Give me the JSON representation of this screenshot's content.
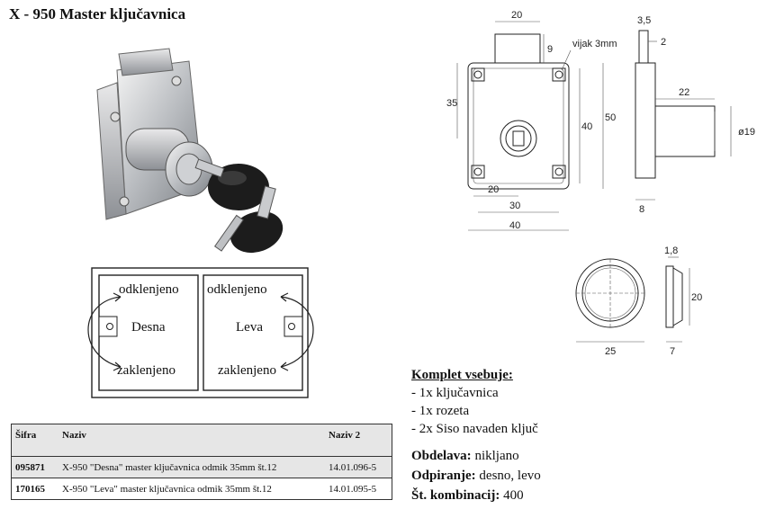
{
  "title": "X - 950 Master ključavnica",
  "direction_diagram": {
    "right": {
      "top": "odklenjeno",
      "middle": "Desna",
      "bottom": "zaklenjeno"
    },
    "left": {
      "top": "odklenjeno",
      "middle": "Leva",
      "bottom": "zaklenjeno"
    }
  },
  "front_drawing": {
    "dim_top": "20",
    "dim_9": "9",
    "screw_note": "vijak 3mm",
    "dim_35": "35",
    "dim_40_v": "40",
    "dim_50": "50",
    "dim_20_b": "20",
    "dim_30": "30",
    "dim_40_h": "40"
  },
  "side_drawing": {
    "dim_3_5": "3,5",
    "dim_2": "2",
    "dim_22": "22",
    "dim_d19": "ø19",
    "dim_8": "8"
  },
  "rosette_drawing": {
    "dim_1_8": "1,8",
    "dim_20": "20",
    "dim_25": "25",
    "dim_7": "7"
  },
  "table": {
    "headers": {
      "code": "Šifra",
      "name": "Naziv",
      "name2": "Naziv 2"
    },
    "rows": [
      {
        "code": "095871",
        "name": "X-950 \"Desna\" master ključavnica odmik 35mm št.12",
        "name2": "14.01.096-5"
      },
      {
        "code": "170165",
        "name": "X-950 \"Leva\" master ključavnica odmik 35mm št.12",
        "name2": "14.01.095-5"
      }
    ]
  },
  "kit": {
    "heading": "Komplet vsebuje:",
    "items": [
      "- 1x ključavnica",
      "- 1x rozeta",
      "- 2x Siso navaden ključ"
    ]
  },
  "properties": [
    {
      "label": "Obdelava:",
      "value": " nikljano"
    },
    {
      "label": "Odpiranje:",
      "value": " desno, levo"
    },
    {
      "label": "Št. kombinacij:",
      "value": " 400"
    }
  ]
}
